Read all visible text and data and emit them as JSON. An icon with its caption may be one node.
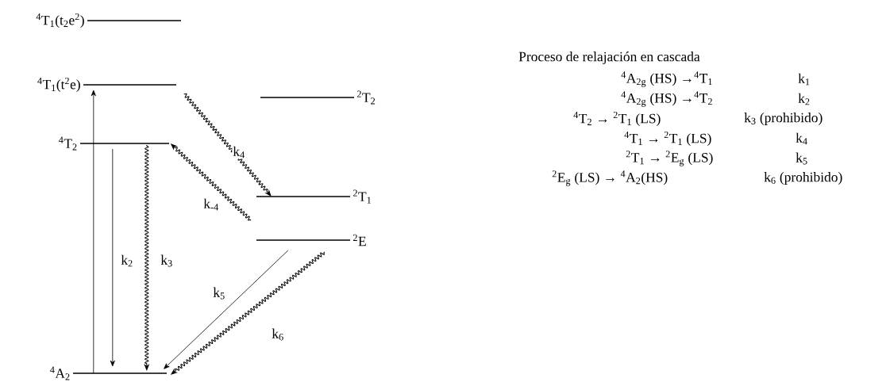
{
  "diagram": {
    "nodes": [
      {
        "text": [
          "$^{4}$T$_{1}$(t$_{2}$e$^{2}$)"
        ]
      },
      {
        "text": [
          "$^{4}$T$_{1}$(t$^{2}$e)"
        ]
      },
      {
        "text": [
          "$^{4}$T$_{2}$"
        ]
      },
      {
        "text": [
          "$^{2}$T$_{2}$"
        ]
      },
      {
        "text": [
          "$^{2}$T$_{1}$"
        ]
      },
      {
        "text": [
          "$^{2}$E"
        ]
      },
      {
        "text": [
          "$^{4}$A$_{2}$"
        ]
      }
    ],
    "edges": [
      {
        "from": 6,
        "to": 1,
        "arrow": "to"
      },
      {
        "from": 2,
        "to": 6,
        "arrow": "to",
        "label": "k$_{2}$"
      },
      {
        "from": 2,
        "to": 6,
        "arrow": "to",
        "label": "k$_{3}$"
      },
      {
        "from": 1,
        "to": 4,
        "arrow": "to",
        "label": "k$_{4}$"
      },
      {
        "from": null,
        "to": 2,
        "arrow": "to",
        "label": "k$_{-4}$"
      },
      {
        "from": 5,
        "to": 6,
        "arrow": "to",
        "label": "k$_{5}$"
      },
      {
        "from": 5,
        "to": 6,
        "arrow": "to",
        "label": "k$_{6}$"
      }
    ],
    "labels": [
      "Proceso de relajación en cascada",
      "$^{4}$A$_{2g}$ (HS) →$^{4}$T$_{1}$",
      "k$_{1}$",
      "$^{4}$A$_{2g}$ (HS) →$^{4}$T$_{2}$",
      "k$_{2}$",
      "$^{4}$T$_{2}$ → $^{2}$T$_{1}$ (LS)",
      "k$_{3}$ (prohibido)",
      "$^{4}$T$_{1}$ → $^{2}$T$_{1}$ (LS)",
      "k$_{4}$",
      "$^{2}$T$_{1}$ → $^{2}$E$_{g}$ (LS)",
      "k$_{5}$",
      "$^{2}$E$_{g}$ (LS) → $^{4}$A$_{2}$(HS)",
      "k$_{6}$ (prohibido)"
    ]
  }
}
